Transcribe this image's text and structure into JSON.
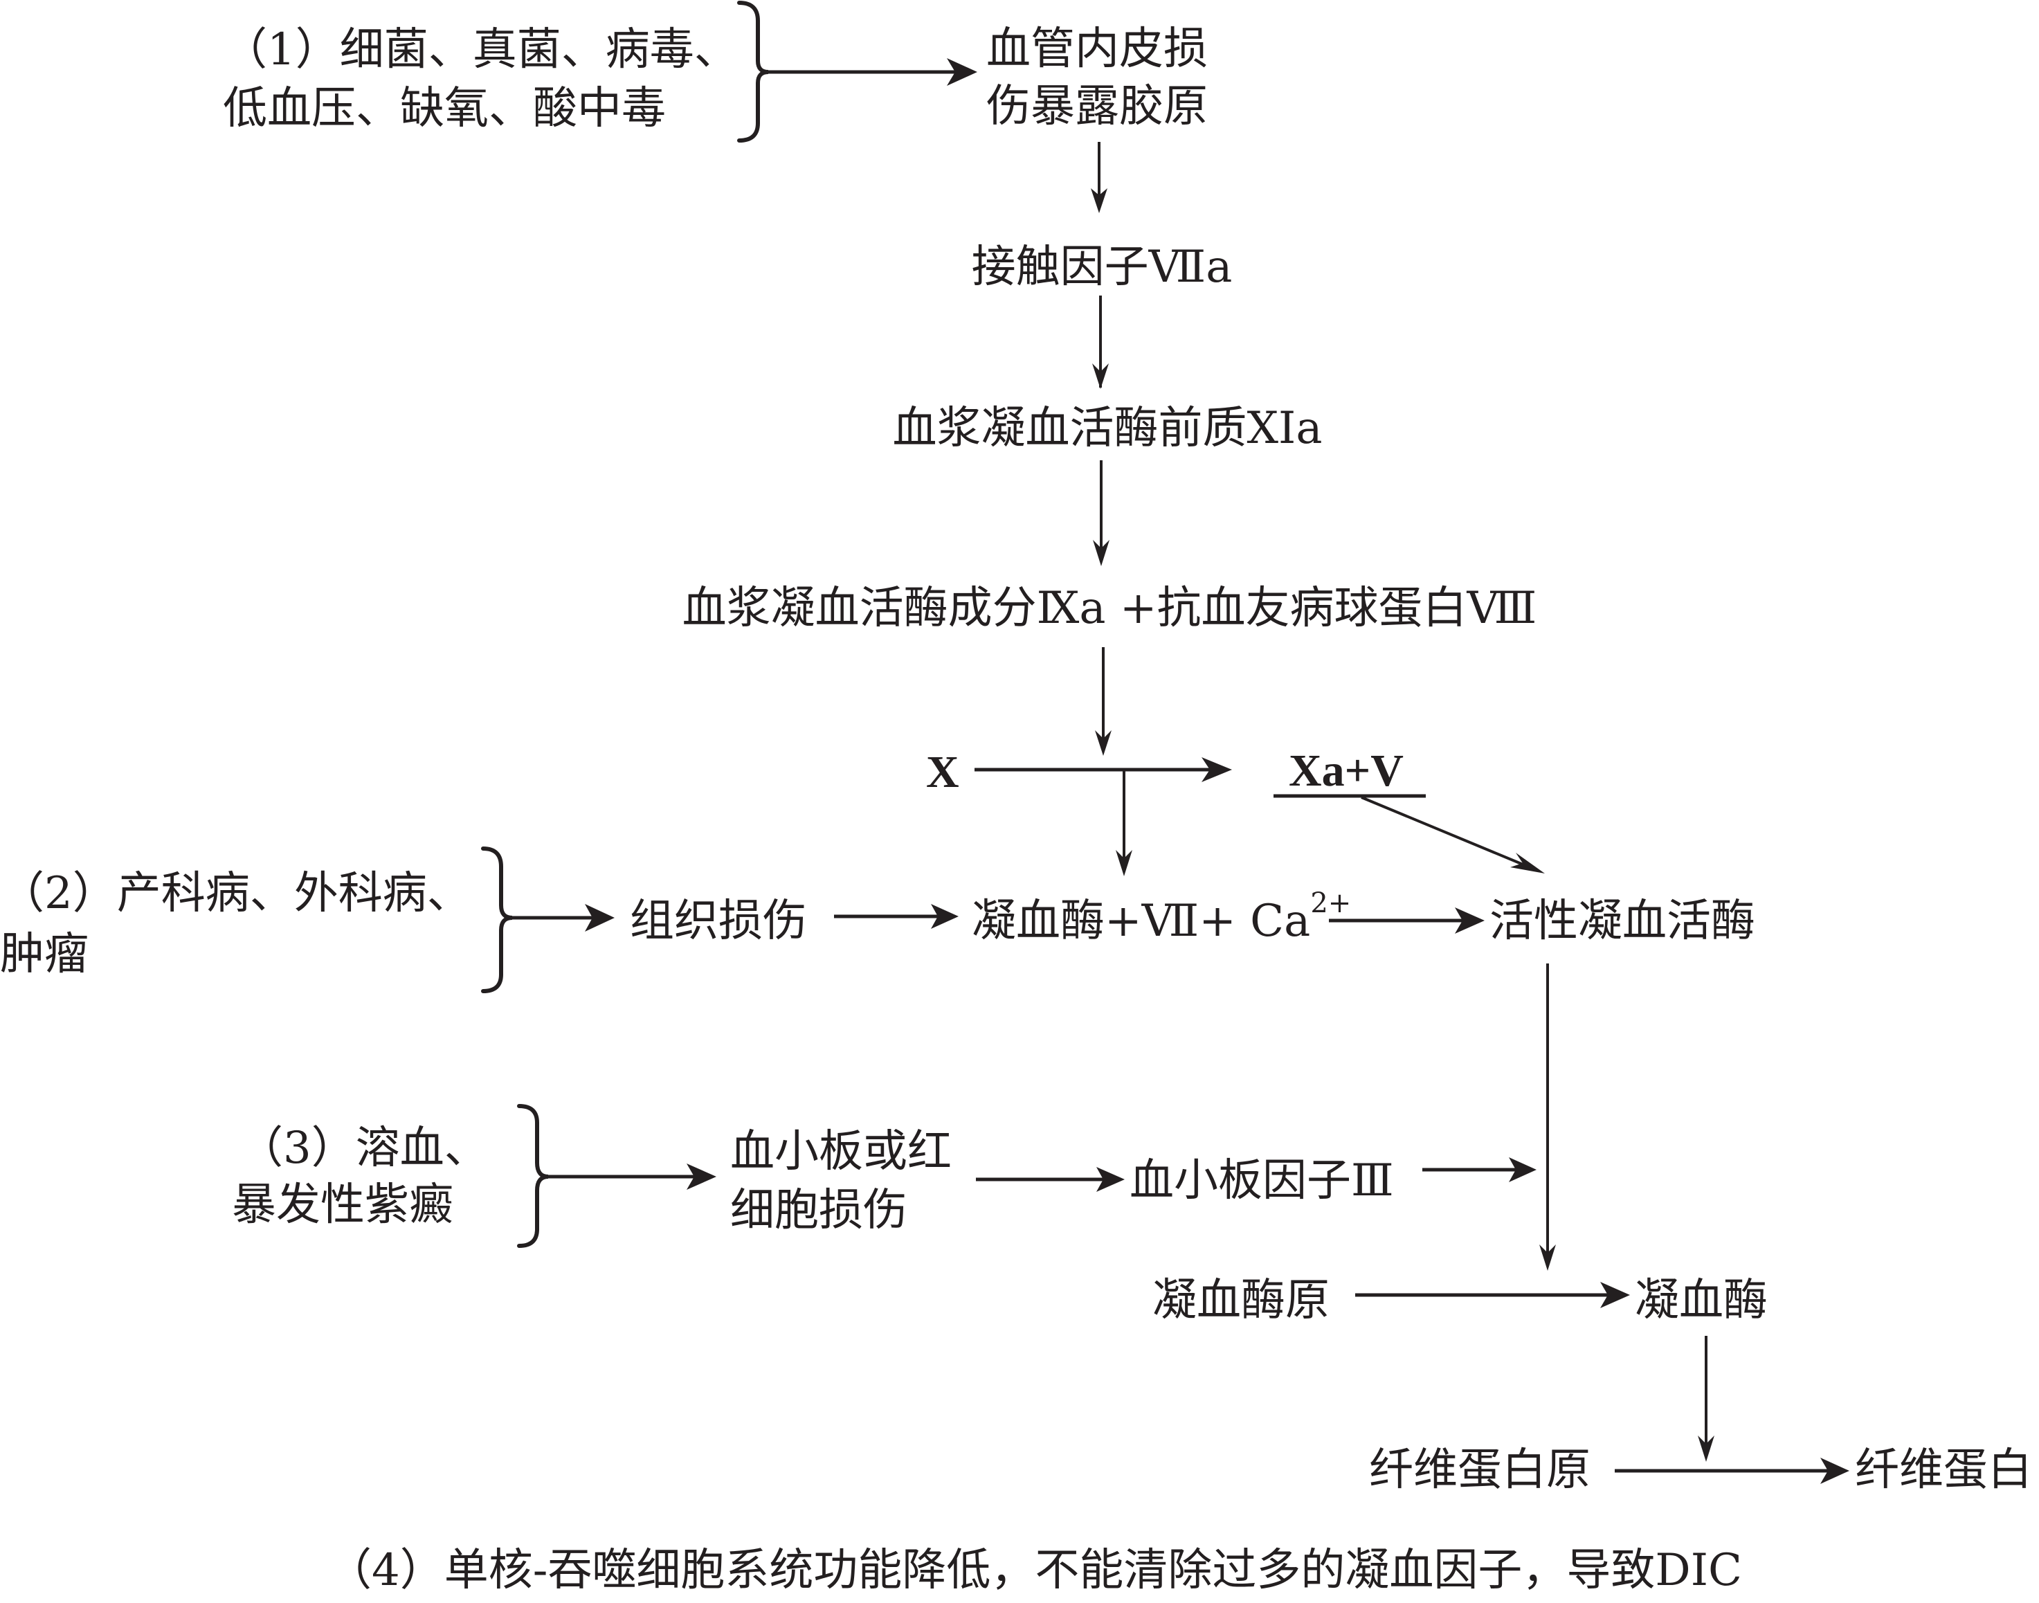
{
  "diagram": {
    "title": "DIC pathogenesis coagulation cascade",
    "causes": {
      "cause1": {
        "line1": "（1）细菌、真菌、病毒、",
        "line2": "低血压、缺氧、酸中毒"
      },
      "cause2": {
        "line1": "（2）产科病、外科病、",
        "line2": "肿瘤"
      },
      "cause3": {
        "line1": "（3）溶血、",
        "line2": "暴发性紫癜"
      },
      "cause4": "（4）单核-吞噬细胞系统功能降低，不能清除过多的凝血因子，导致DIC"
    },
    "nodes": {
      "endothelial_line1": "血管内皮损",
      "endothelial_line2": "伤暴露胶原",
      "contact_factor": "接触因子Ⅶa",
      "pta": "血浆凝血活酶前质XIa",
      "ptc_ahg": "血浆凝血活酶成分Ⅸa +抗血友病球蛋白Ⅷ",
      "factor_x": "X",
      "factor_xa_v": "Xa+V",
      "tissue_injury": "组织损伤",
      "thrombin_complex_main": "凝血酶+Ⅶ+ Ca",
      "thrombin_complex_sup": "2+",
      "active_thromboplastin": "活性凝血活酶",
      "platelet_rbc_line1": "血小板或红",
      "platelet_rbc_line2": "细胞损伤",
      "platelet_factor": "血小板因子Ⅲ",
      "prothrombin": "凝血酶原",
      "thrombin": "凝血酶",
      "fibrinogen": "纤维蛋白原",
      "fibrin": "纤维蛋白"
    },
    "colors": {
      "ink": "#231f20",
      "background": "#ffffff"
    }
  }
}
